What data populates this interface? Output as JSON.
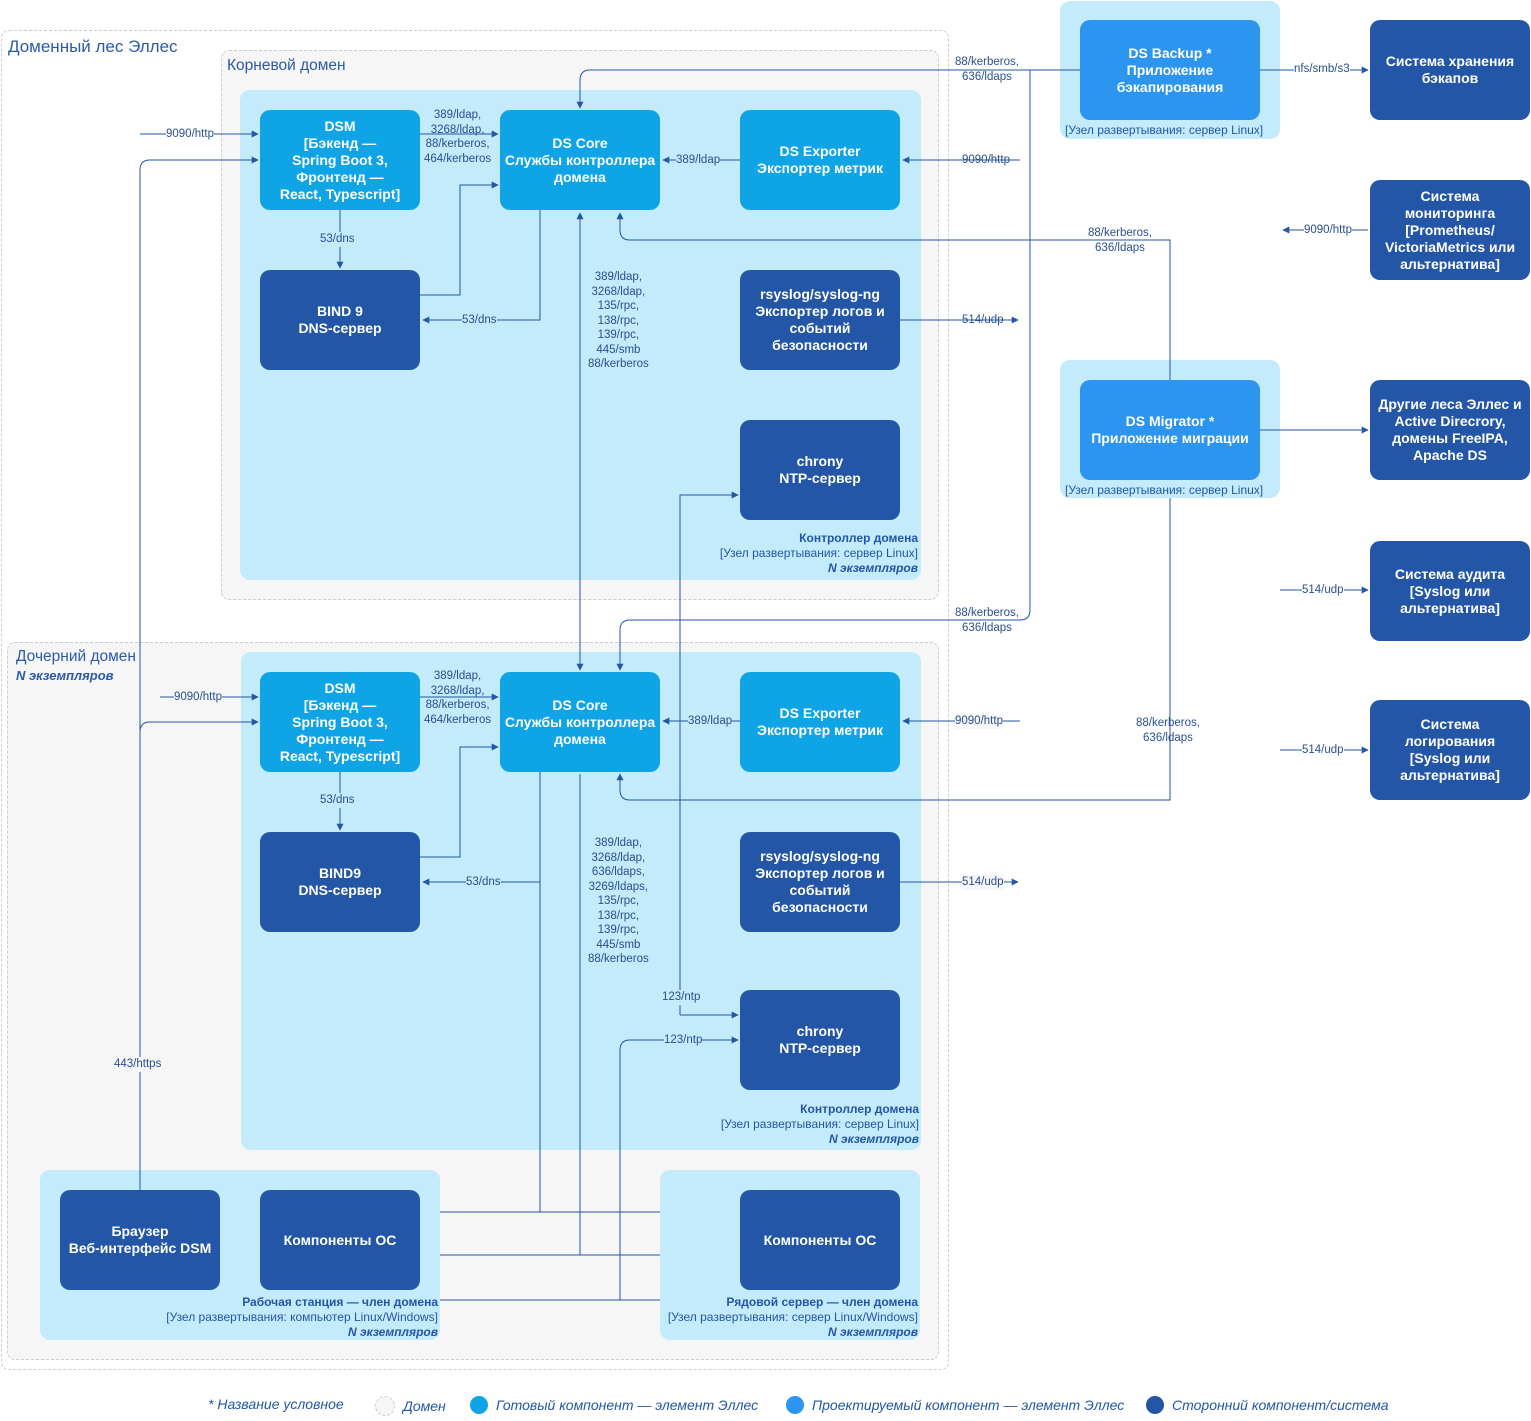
{
  "zones": {
    "forest": "Доменный лес Эллес",
    "root_domain": "Корневой домен",
    "child_domain": "Дочерний домен",
    "child_domain_count": "N экземпляров"
  },
  "root": {
    "dsm": [
      "DSM",
      "[Бэкенд —",
      "Spring Boot 3,",
      "Фронтенд —",
      "React, Typescript]"
    ],
    "dscore": [
      "DS Core",
      "Службы контроллера",
      "домена"
    ],
    "exporter": [
      "DS Exporter",
      "Экспортер метрик"
    ],
    "bind": [
      "BIND 9",
      "DNS-сервер"
    ],
    "rsyslog": [
      "rsyslog/syslog-ng",
      "Экспортер логов и",
      "событий",
      "безопасности"
    ],
    "chrony": [
      "chrony",
      "NTP-сервер"
    ],
    "caption": {
      "title": "Контроллер домена",
      "node": "[Узел развертывания: сервер Linux]",
      "count": "N экземпляров"
    }
  },
  "child": {
    "dsm": [
      "DSM",
      "[Бэкенд —",
      "Spring Boot 3,",
      "Фронтенд —",
      "React, Typescript]"
    ],
    "dscore": [
      "DS Core",
      "Службы контроллера",
      "домена"
    ],
    "exporter": [
      "DS Exporter",
      "Экспортер метрик"
    ],
    "bind": [
      "BIND9",
      "DNS-сервер"
    ],
    "rsyslog": [
      "rsyslog/syslog-ng",
      "Экспортер логов и",
      "событий",
      "безопасности"
    ],
    "chrony": [
      "chrony",
      "NTP-сервер"
    ],
    "caption": {
      "title": "Контроллер домена",
      "node": "[Узел развертывания: сервер Linux]",
      "count": "N экземпляров"
    }
  },
  "workstation": {
    "browser": [
      "Браузер",
      "Веб-интерфейс DSM"
    ],
    "os": [
      "Компоненты ОС"
    ],
    "caption": {
      "title": "Рабочая станция — член домена",
      "node": "[Узел развертывания: компьютер Linux/Windows]",
      "count": "N экземпляров"
    }
  },
  "member": {
    "os": [
      "Компоненты ОС"
    ],
    "caption": {
      "title": "Рядовой сервер — член домена",
      "node": "[Узел развертывания: сервер Linux/Windows]",
      "count": "N экземпляров"
    }
  },
  "backup": {
    "box": [
      "DS Backup *",
      "Приложение",
      "бэкапирования"
    ],
    "caption": "[Узел развертывания: сервер Linux]"
  },
  "migrator": {
    "box": [
      "DS Migrator *",
      "Приложение миграции"
    ],
    "caption": "[Узел развертывания: сервер Linux]"
  },
  "external": {
    "storage": [
      "Система хранения",
      "бэкапов"
    ],
    "monitoring": [
      "Система мониторинга",
      "[Prometheus/",
      "VictoriaMetrics или",
      "альтернатива]"
    ],
    "others": [
      "Другие леса Эллес и",
      "Active Direcrory,",
      "домены FreeIPA,",
      "Apache DS"
    ],
    "audit": [
      "Система аудита",
      "[Syslog или",
      "альтернатива]"
    ],
    "logging": [
      "Система логирования",
      "[Syslog или",
      "альтернатива]"
    ]
  },
  "labels": {
    "http9090": "9090/http",
    "dns53": "53/dns",
    "ldap389": "389/ldap",
    "udp514": "514/udp",
    "nfs": "nfs/smb/s3",
    "ntp123": "123/ntp",
    "https443": "443/https",
    "dsm_core": [
      "389/ldap,",
      "3268/ldap,",
      "88/kerberos,",
      "464/kerberos"
    ],
    "kerb_ldaps": [
      "88/kerberos,",
      "636/ldaps"
    ],
    "root_vertical": [
      "389/ldap,",
      "3268/ldap,",
      "135/rpc,",
      "138/rpc,",
      "139/rpc,",
      "445/smb",
      "88/kerberos"
    ],
    "child_vertical": [
      "389/ldap,",
      "3268/ldap,",
      "636/ldaps,",
      "3269/ldaps,",
      "135/rpc,",
      "138/rpc,",
      "139/rpc,",
      "445/smb",
      "88/kerberos"
    ]
  },
  "legend": {
    "note": "* Название условное",
    "domain": "Домен",
    "ready": "Готовый компонент — элемент Эллес",
    "designed": "Проектируемый компонент — элемент Эллес",
    "third": "Сторонний компонент/система"
  },
  "colors": {
    "ready": "#0fa4e6",
    "designed": "#2c95f0",
    "third": "#2356a7",
    "node": "#c3ebfb",
    "domain": "#f6f6f7",
    "line": "#2356a7"
  }
}
